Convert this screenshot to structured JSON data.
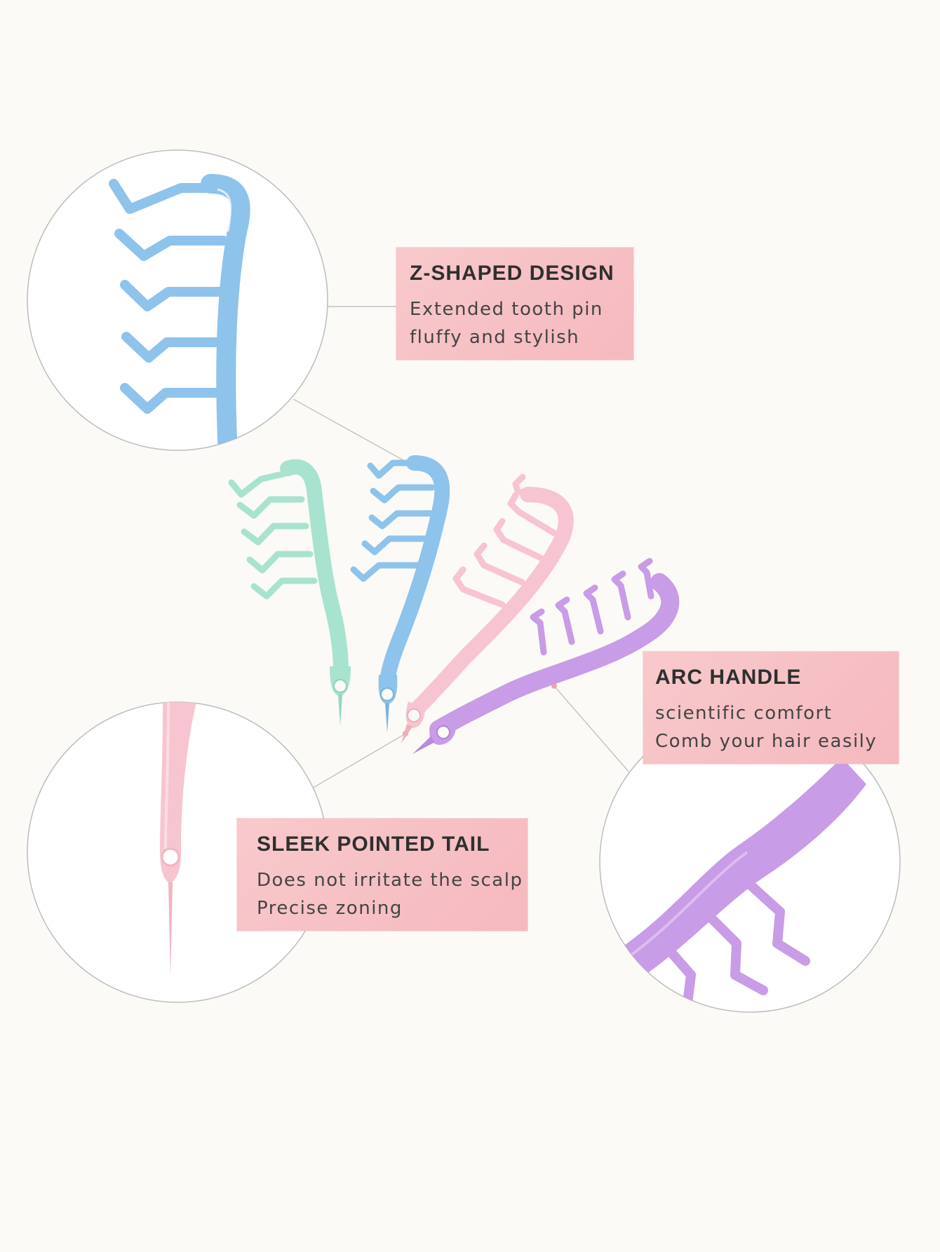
{
  "features": [
    {
      "title": "Z-SHAPED DESIGN",
      "lines": [
        "Extended tooth pin",
        "fluffy and stylish"
      ]
    },
    {
      "title": "ARC HANDLE",
      "lines": [
        "scientific comfort",
        "Comb your hair easily"
      ]
    },
    {
      "title": "SLEEK POINTED TAIL",
      "lines": [
        "Does not irritate the scalp",
        "Precise zoning"
      ]
    }
  ],
  "product": {
    "comb_colors": {
      "mint": "#a8e3cf",
      "blue": "#8ec3eb",
      "pink": "#f7c5cf",
      "purple": "#c89ce6"
    },
    "label_color": "#f7c3c7",
    "background": "#fbfaf6"
  }
}
